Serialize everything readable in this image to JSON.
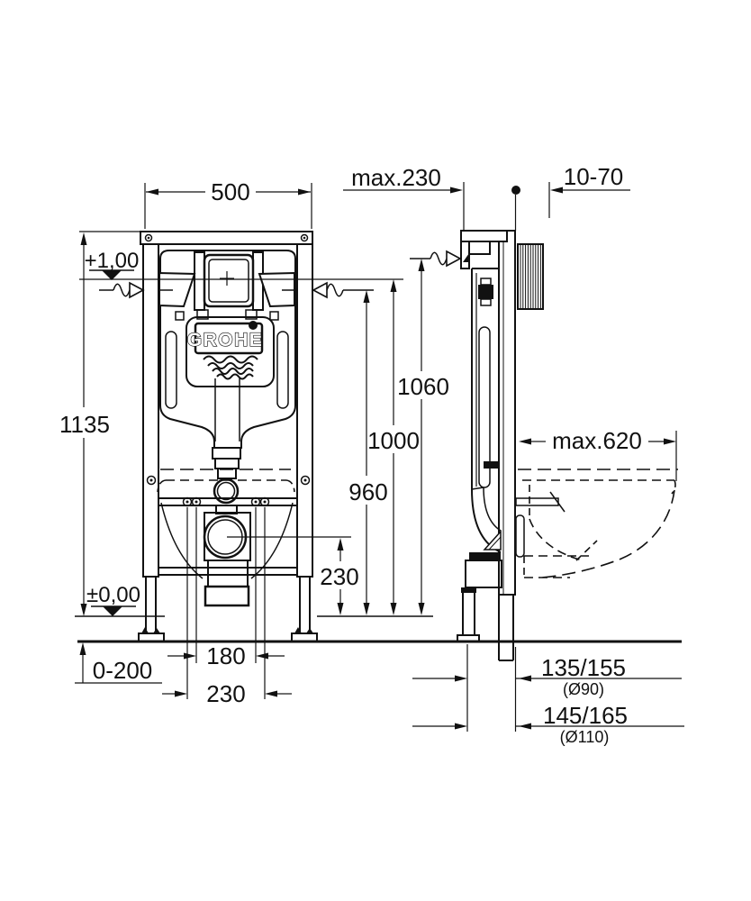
{
  "labels": {
    "front_width": "500",
    "front_height": "1135",
    "level_plate": "+1,00",
    "level_floor": "±0,00",
    "floor_adjust": "0-200",
    "rod_spacing": "180",
    "outlet_spacing": "230",
    "outlet_height": "230",
    "supply_height": "960",
    "plate_height": "1000",
    "side_supply_height": "1060",
    "wall_distance": "max.230",
    "plate_depth": "10-70",
    "bowl_depth": "max.620",
    "outlet_offset_small": "135/155",
    "outlet_offset_small_note": "(Ø90)",
    "outlet_offset_large": "145/165",
    "outlet_offset_large_note": "(Ø110)",
    "brand": "GROHE"
  },
  "colors": {
    "ink": "#111111",
    "paper": "#ffffff"
  }
}
